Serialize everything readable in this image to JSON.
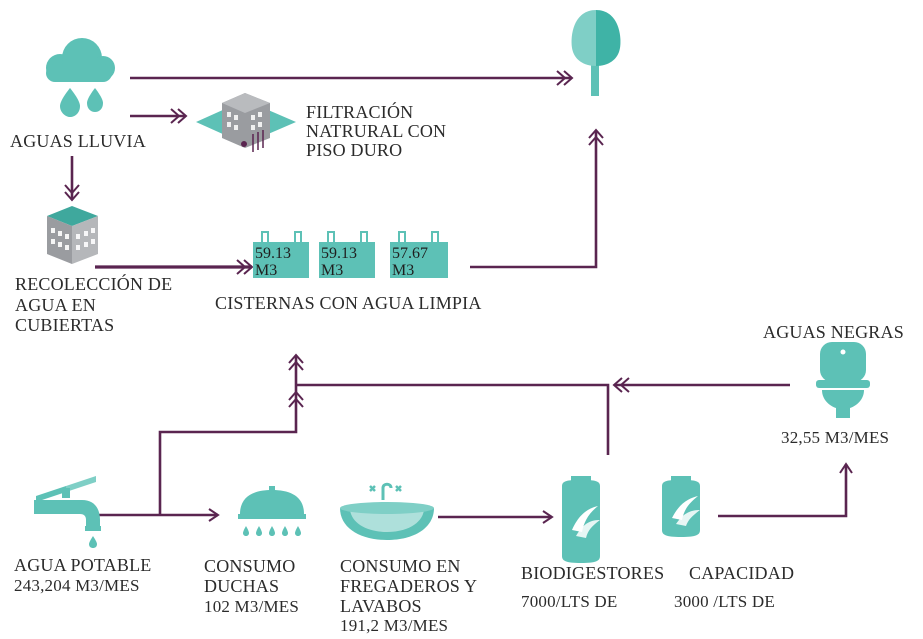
{
  "colors": {
    "flow_line": "#5a2550",
    "teal": "#5dc1b6",
    "teal_dark": "#3fa89d",
    "building_gray": "#9a9ca0",
    "text": "#2b2b2b"
  },
  "nodes": {
    "rain": {
      "label": "AGUAS LLUVIA",
      "icon": "rain-cloud-icon"
    },
    "filtration": {
      "line1": "FILTRACIÓN",
      "line2": "NATRURAL CON",
      "line3": "PISO DURO",
      "icon": "building-plaza-icon"
    },
    "tree": {
      "icon": "tree-icon"
    },
    "roof_collection": {
      "line1": "RECOLECCIÓN DE",
      "line2": "AGUA EN",
      "line3": "CUBIERTAS",
      "icon": "building-icon"
    },
    "cisterns": {
      "label": "CISTERNAS CON AGUA LIMPIA",
      "tanks": [
        {
          "value": "59.13",
          "unit": "M3"
        },
        {
          "value": "59.13",
          "unit": "M3"
        },
        {
          "value": "57.67",
          "unit": "M3"
        }
      ]
    },
    "black_water": {
      "label": "AGUAS NEGRAS",
      "value": "32,55 M3/MES",
      "icon": "toilet-icon"
    },
    "potable": {
      "line1": "AGUA POTABLE",
      "line2": "243,204 M3/MES",
      "icon": "faucet-icon"
    },
    "showers": {
      "line1": "CONSUMO",
      "line2": "DUCHAS",
      "line3": "102 M3/MES",
      "icon": "shower-icon"
    },
    "sinks": {
      "line1": "CONSUMO EN",
      "line2": "FREGADEROS Y",
      "line3": "LAVABOS",
      "line4": "191,2 M3/MES",
      "icon": "sink-icon"
    },
    "biodigesters": {
      "line1": "BIODIGESTORES",
      "line2": "7000/LTS DE",
      "icon": "biodigester-tank-icon"
    },
    "capacity": {
      "line1": "CAPACIDAD",
      "line2": "3000 /LTS DE",
      "icon": "biodigester-tank-icon"
    }
  }
}
